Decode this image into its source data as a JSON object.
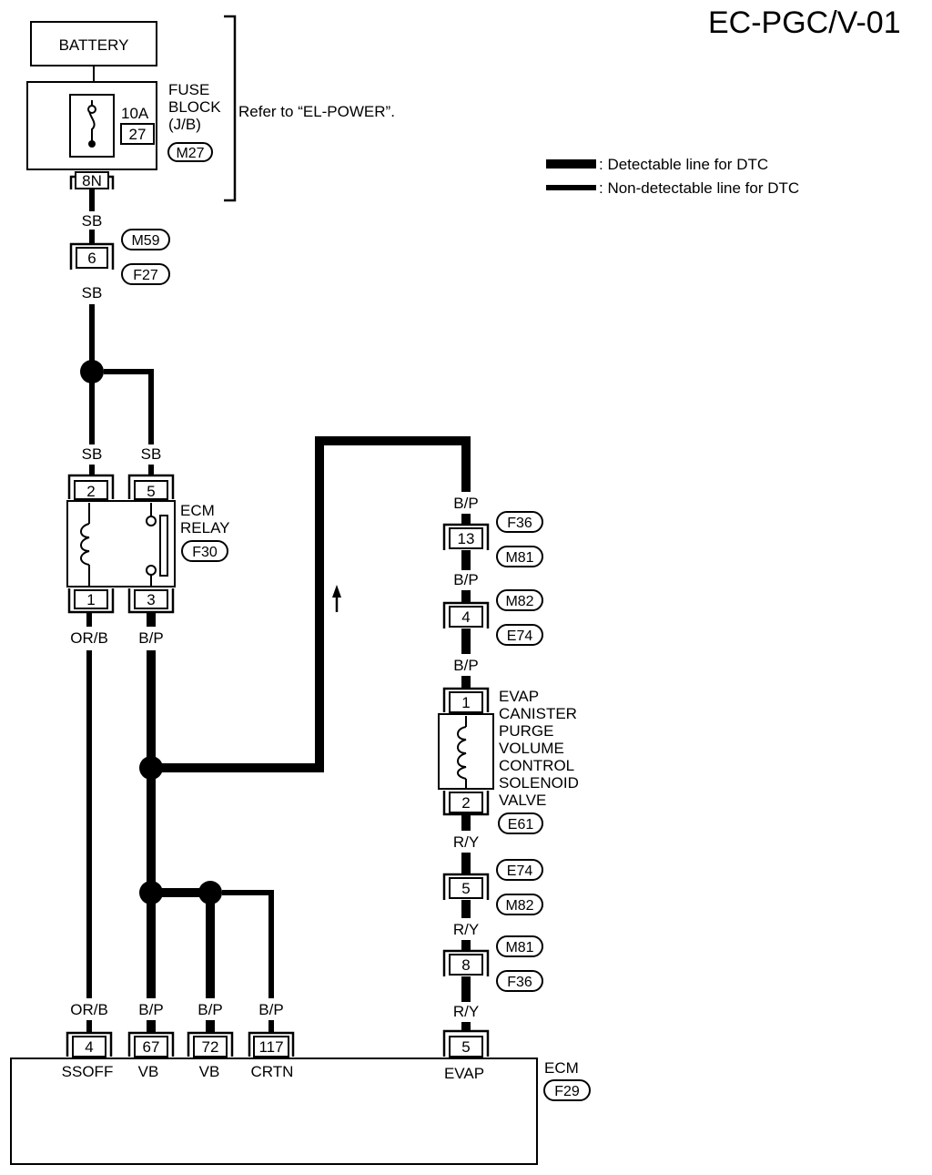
{
  "title": "EC-PGC/V-01",
  "legend": {
    "detectable": ": Detectable line for DTC",
    "non_detectable": ": Non-detectable line for DTC"
  },
  "battery": {
    "label": "BATTERY"
  },
  "fuse_block": {
    "line1": "FUSE",
    "line2": "BLOCK",
    "line3": "(J/B)",
    "connector": "M27",
    "amps": "10A",
    "fuse_no": "27",
    "terminal": "8N",
    "refer": "Refer to “EL-POWER”."
  },
  "wires": {
    "sb_top": "SB",
    "sb_mid": "SB",
    "sb_left": "SB",
    "sb_right": "SB",
    "orb_relay": "OR/B",
    "bp_relay": "B/P",
    "bp_13": "B/P",
    "bp_4": "B/P",
    "bp_1": "B/P",
    "ry_top": "R/Y",
    "ry_mid": "R/Y",
    "ry_bot": "R/Y",
    "orb_ecm": "OR/B",
    "bp_ecm67": "B/P",
    "bp_ecm72": "B/P",
    "bp_ecm117": "B/P"
  },
  "joint_connector_6": {
    "pin": "6",
    "conn_a": "M59",
    "conn_b": "F27"
  },
  "ecm_relay": {
    "line1": "ECM",
    "line2": "RELAY",
    "connector": "F30",
    "pin2": "2",
    "pin5": "5",
    "pin1": "1",
    "pin3": "3"
  },
  "joint_13": {
    "pin": "13",
    "conn_a": "F36",
    "conn_b": "M81"
  },
  "joint_4": {
    "pin": "4",
    "conn_a": "M82",
    "conn_b": "E74"
  },
  "solenoid": {
    "lines": [
      "EVAP",
      "CANISTER",
      "PURGE",
      "VOLUME",
      "CONTROL",
      "SOLENOID",
      "VALVE"
    ],
    "connector": "E61",
    "pin1": "1",
    "pin2": "2"
  },
  "joint_5": {
    "pin": "5",
    "conn_a": "E74",
    "conn_b": "M82"
  },
  "joint_8": {
    "pin": "8",
    "conn_a": "M81",
    "conn_b": "F36"
  },
  "ecm": {
    "label": "ECM",
    "connector": "F29",
    "terminals": [
      {
        "pin": "4",
        "name": "SSOFF"
      },
      {
        "pin": "67",
        "name": "VB"
      },
      {
        "pin": "72",
        "name": "VB"
      },
      {
        "pin": "117",
        "name": "CRTN"
      },
      {
        "pin": "5",
        "name": "EVAP"
      }
    ]
  }
}
